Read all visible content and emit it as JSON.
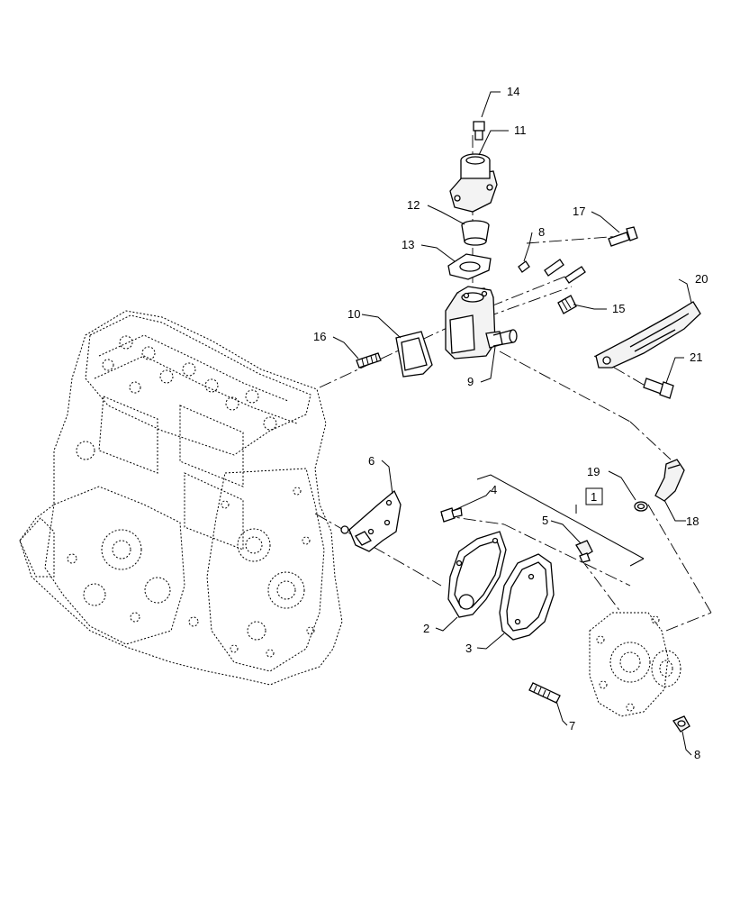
{
  "diagram": {
    "callouts": {
      "c1": "1",
      "c2": "2",
      "c3": "3",
      "c4": "4",
      "c5": "5",
      "c6": "6",
      "c7": "7",
      "c8a": "8",
      "c8b": "8",
      "c9": "9",
      "c10": "10",
      "c11": "11",
      "c12": "12",
      "c13": "13",
      "c14": "14",
      "c15": "15",
      "c16": "16",
      "c17": "17",
      "c18": "18",
      "c19": "19",
      "c20": "20",
      "c21": "21"
    }
  }
}
